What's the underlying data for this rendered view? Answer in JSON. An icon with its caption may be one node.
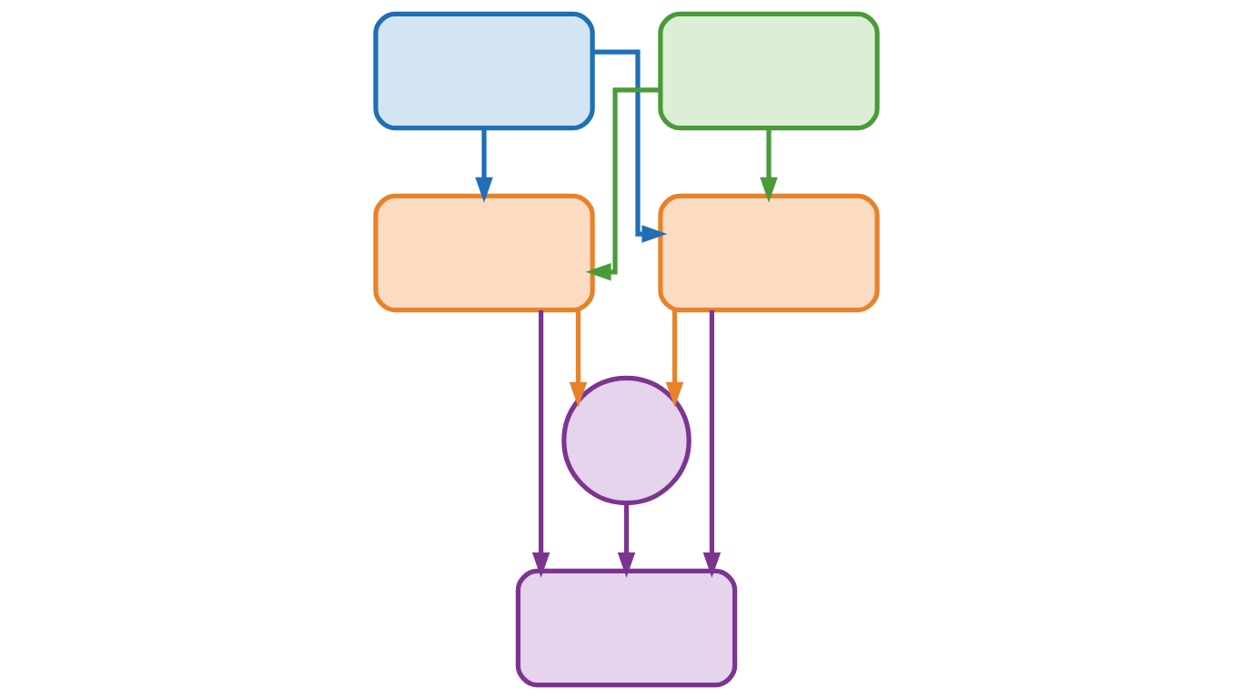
{
  "diagram": {
    "nodes": [
      {
        "text": [],
        "shape": "box"
      },
      {
        "text": [],
        "shape": "box"
      },
      {
        "text": [],
        "shape": "box"
      },
      {
        "text": [],
        "shape": "box"
      },
      {
        "text": [],
        "shape": "circle"
      },
      {
        "text": [],
        "shape": "box"
      }
    ],
    "edges": [
      {
        "from": 0,
        "to": 2,
        "arrow": "to",
        "color": "#1f6fb5"
      },
      {
        "from": 0,
        "to": 3,
        "arrow": "to",
        "color": "#1f6fb5"
      },
      {
        "from": 1,
        "to": 2,
        "arrow": "to",
        "color": "#4a9a3a"
      },
      {
        "from": 1,
        "to": 3,
        "arrow": "to",
        "color": "#4a9a3a"
      },
      {
        "from": 2,
        "to": 4,
        "arrow": "to",
        "color": "#e8822a"
      },
      {
        "from": 3,
        "to": 4,
        "arrow": "to",
        "color": "#e8822a"
      },
      {
        "from": 2,
        "to": 5,
        "arrow": "to",
        "color": "#7b3590"
      },
      {
        "from": 4,
        "to": 5,
        "arrow": "to",
        "color": "#7b3590"
      },
      {
        "from": 3,
        "to": 5,
        "arrow": "to",
        "color": "#7b3590"
      }
    ]
  }
}
